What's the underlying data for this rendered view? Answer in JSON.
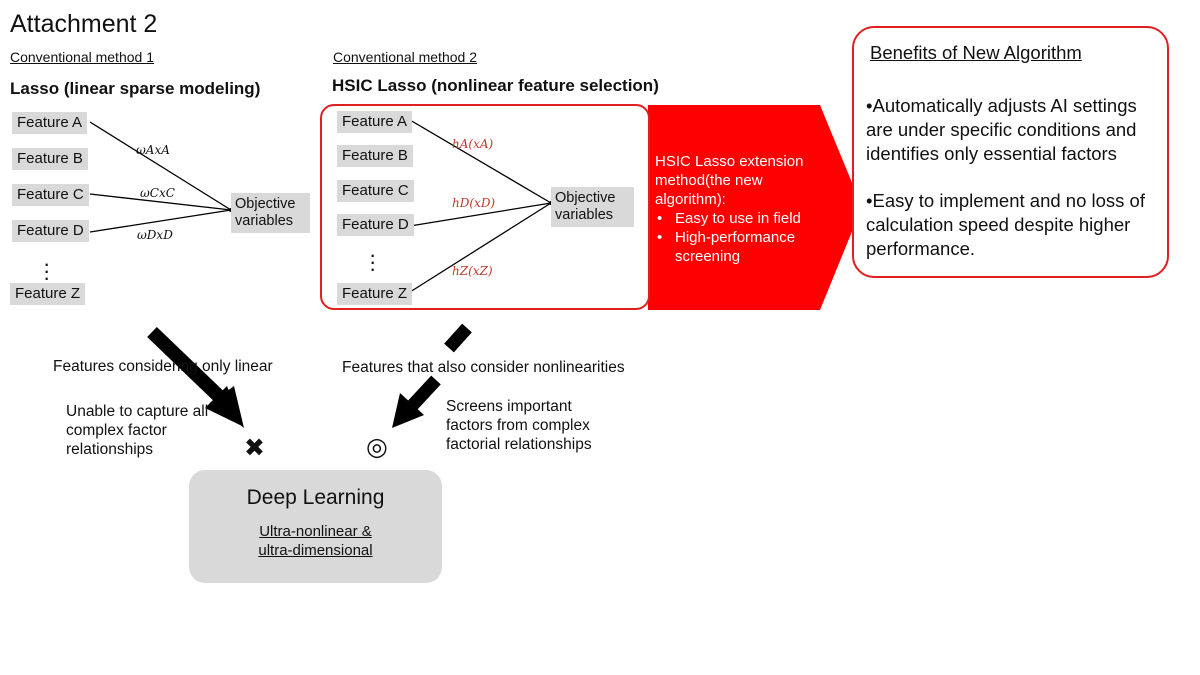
{
  "title": "Attachment 2",
  "method1": {
    "label": "Conventional method 1",
    "name": "Lasso (linear sparse modeling)",
    "features": [
      "Feature A",
      "Feature B",
      "Feature C",
      "Feature D",
      "Feature Z"
    ],
    "weights": [
      "ω_A x_A",
      "ω_C x_C",
      "ω_D x_D"
    ],
    "objective": "Objective variables"
  },
  "method2": {
    "label": "Conventional method 2",
    "name": "HSIC Lasso (nonlinear feature selection)",
    "features": [
      "Feature A",
      "Feature B",
      "Feature C",
      "Feature D",
      "Feature Z"
    ],
    "kernels": [
      "h_A(x_A)",
      "h_D(x_D)",
      "h_Z(x_Z)"
    ],
    "objective": "Objective variables"
  },
  "extension": {
    "title": "HSIC Lasso extension method(the new algorithm):",
    "bullets": [
      "Easy to use in field",
      "High-performance screening"
    ],
    "color": "#ff0000"
  },
  "benefits": {
    "title": "Benefits of New Algorithm",
    "points": [
      "•Automatically adjusts AI settings are under specific conditions and identifies only essential factors",
      "•Easy to implement and no loss of calculation speed despite higher performance."
    ]
  },
  "notes": {
    "linear_features": "Features considering only linear",
    "nonlinear_features": "Features that also consider nonlinearities",
    "unable": "Unable to capture all complex factor relationships",
    "screens": "Screens important factors from complex factorial relationships"
  },
  "marks": {
    "cross": "✖",
    "double_circle": "◎"
  },
  "deep_learning": {
    "title": "Deep Learning",
    "subtitle_line1": "Ultra-nonlinear &",
    "subtitle_line2": "ultra-dimensional"
  }
}
